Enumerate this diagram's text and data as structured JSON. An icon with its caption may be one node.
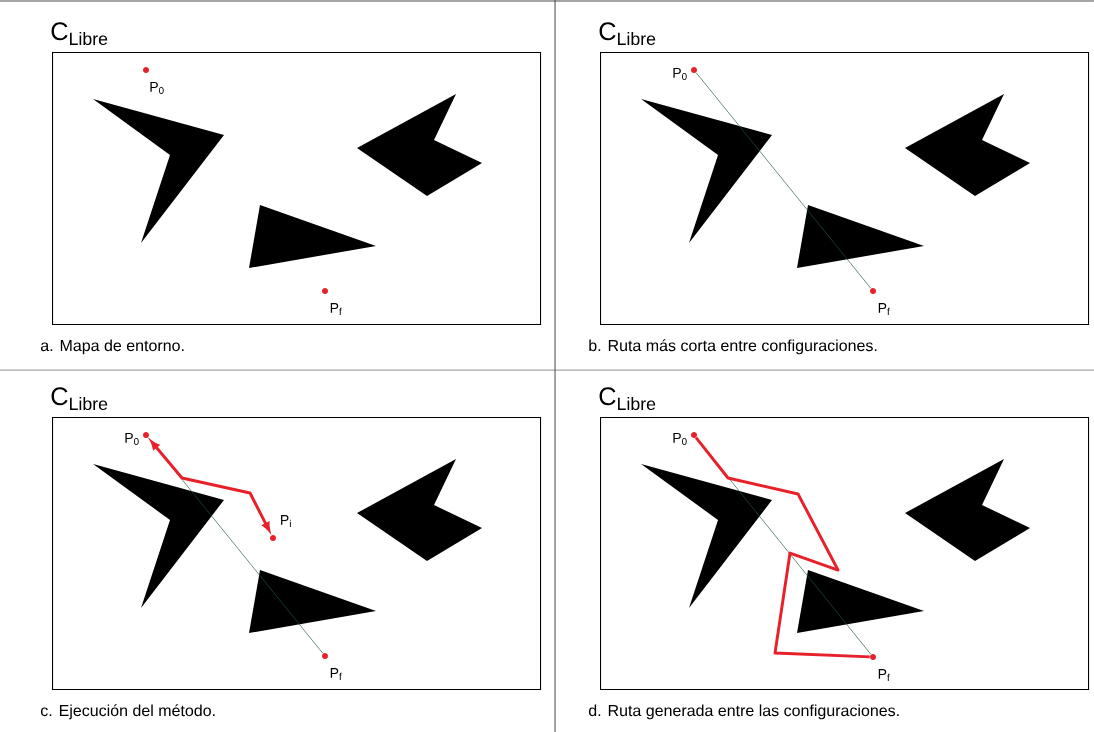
{
  "diagram": {
    "nodes": [
      {
        "text": [
          "C$_{Libre}$"
        ],
        "beside": [
          "a. Mapa de entorno."
        ]
      },
      {
        "text": [
          "P$_{0}$"
        ],
        "in": 0
      },
      {
        "text": [
          "P$_{f}$"
        ],
        "in": 0
      },
      {
        "text": [
          "C$_{Libre}$"
        ],
        "beside": [
          "b. Ruta más corta entre configuraciones."
        ]
      },
      {
        "text": [
          "P$_{0}$"
        ],
        "in": 3
      },
      {
        "text": [
          "P$_{f}$"
        ],
        "in": 3
      },
      {
        "text": [
          "C$_{Libre}$"
        ],
        "beside": [
          "c. Ejecución del método."
        ]
      },
      {
        "text": [
          "P$_{0}$"
        ],
        "in": 6
      },
      {
        "text": [
          "P$_{i}$"
        ],
        "in": 6
      },
      {
        "text": [
          "P$_{f}$"
        ],
        "in": 6
      },
      {
        "text": [
          "C$_{Libre}$"
        ],
        "beside": [
          "d. Ruta generada entre las configuraciones."
        ]
      },
      {
        "text": [
          "P$_{0}$"
        ],
        "in": 10
      },
      {
        "text": [
          "P$_{f}$"
        ],
        "in": 10
      }
    ],
    "edges": [
      {
        "from": 4,
        "to": 5,
        "arrow": "none"
      },
      {
        "from": 7,
        "to": 9,
        "arrow": "none"
      },
      {
        "from": 7,
        "to": 8,
        "arrow": "both",
        "style": "thick",
        "color": "#e8202a"
      },
      {
        "from": 11,
        "to": 12,
        "arrow": "none"
      },
      {
        "from": 11,
        "to": 12,
        "arrow": "none",
        "style": "thick",
        "color": "#e8202a"
      }
    ]
  }
}
